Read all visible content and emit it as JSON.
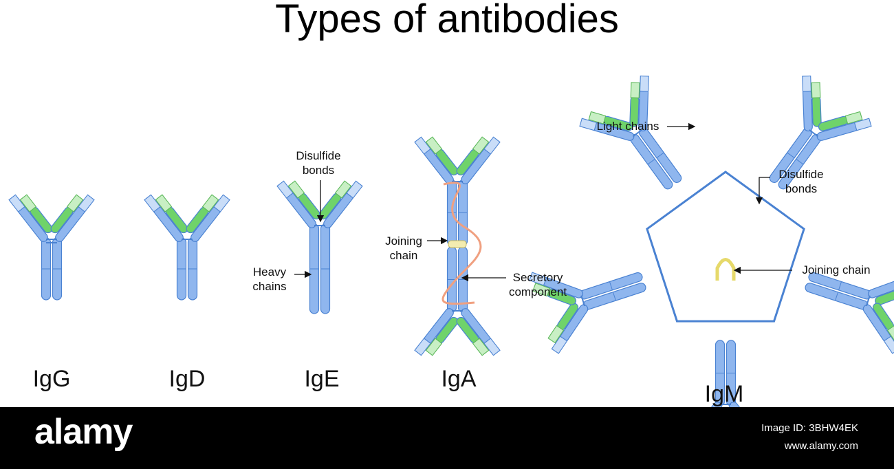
{
  "title": "Types of antibodies",
  "antibodies": [
    {
      "name": "IgG"
    },
    {
      "name": "IgD"
    },
    {
      "name": "IgE"
    },
    {
      "name": "IgA"
    },
    {
      "name": "IgM"
    }
  ],
  "labels": {
    "ige_disulfide": "Disulfide\nbonds",
    "ige_heavy": "Heavy\nchains",
    "iga_joining": "Joining\nchain",
    "iga_secretory": "Secretory\ncomponent",
    "igm_light": "Light chains",
    "igm_disulfide": "Disulfide\nbonds",
    "igm_joining": "Joining chain"
  },
  "colors": {
    "heavy_chain": "#8fb6ee",
    "heavy_chain_light": "#c9ddf8",
    "light_chain": "#6fd36a",
    "light_chain_pale": "#c8efc4",
    "outline": "#4a82d2",
    "joining_chain": "#f3ecb0",
    "secretory_component": "#f0a080",
    "footer": "#000000"
  },
  "footer": {
    "brand": "alamy",
    "image_id": "Image ID: 3BHW4EK",
    "site": "www.alamy.com"
  }
}
